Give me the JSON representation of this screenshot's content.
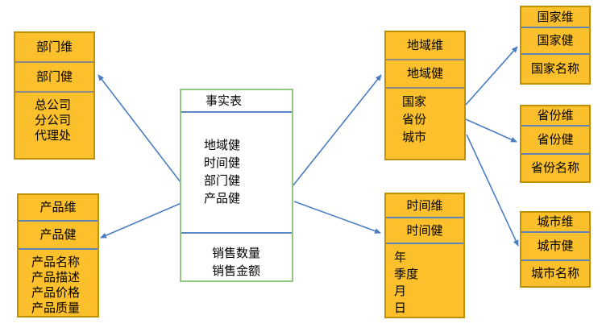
{
  "palette": {
    "dimension_fill": "#FCC02C",
    "dimension_border": "#BF9000",
    "fact_border": "#8FC97D",
    "arrow_blue": "#4A7EC0",
    "separator_gray": "#8A8A8A",
    "separator_blue": "#5F82B8"
  },
  "fact": {
    "title": "事实表",
    "keys": "地域健\n时间健\n部门健\n产品健",
    "measures": "销售数量\n销售金额"
  },
  "dims": {
    "department": {
      "title": "部门维",
      "key": "部门健",
      "attrs": "总公司\n分公司\n代理处"
    },
    "product": {
      "title": "产品维",
      "key": "产品健",
      "attrs": "产品名称\n产品描述\n产品价格\n产品质量"
    },
    "region": {
      "title": "地域维",
      "key": "地域健",
      "attrs": "国家\n省份\n城市"
    },
    "time": {
      "title": "时间维",
      "key": "时间健",
      "attrs": "年\n季度\n月\n日"
    },
    "country": {
      "title": "国家维",
      "key": "国家健",
      "attrs": "国家名称"
    },
    "province": {
      "title": "省份维",
      "key": "省份健",
      "attrs": "省份名称"
    },
    "city": {
      "title": "城市维",
      "key": "城市健",
      "attrs": "城市名称"
    }
  }
}
